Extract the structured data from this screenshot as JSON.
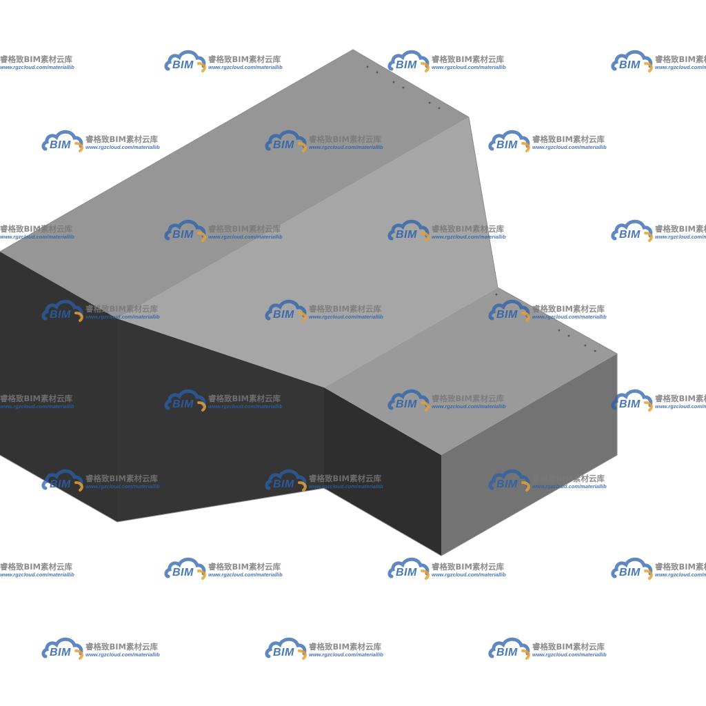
{
  "watermark": {
    "logo_text": "BIM",
    "brand_text": "睿格致BIM素材云库",
    "url_text": "www.rgzcloud.com/materiallib",
    "logo_color": "#2860aa",
    "accent_color": "#e8a030",
    "text_color": "#787878"
  },
  "model": {
    "description_icon": "duct-reducer-icon",
    "colors": {
      "top_light": "#a6a6a6",
      "top_dark": "#969696",
      "side_right": "#737373",
      "side_dark": "#333333",
      "side_darker": "#2e2e2e",
      "edge": "#5a5a5a"
    }
  }
}
